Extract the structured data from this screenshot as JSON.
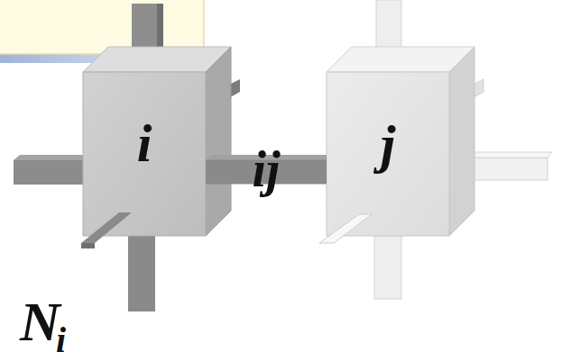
{
  "diagram": {
    "nodes": [
      {
        "text": [
          "i"
        ]
      },
      {
        "text": [
          "j"
        ]
      }
    ],
    "edges": [
      {
        "from": 0,
        "to": 1,
        "arrow": "none",
        "label": "ij"
      }
    ],
    "labels": [
      "N",
      "i"
    ]
  }
}
